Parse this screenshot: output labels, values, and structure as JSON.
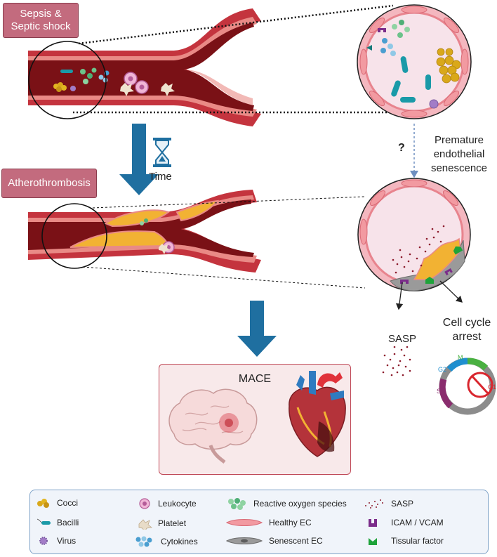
{
  "labels": {
    "sepsis_line1": "Sepsis &",
    "sepsis_line2": "Septic shock",
    "atherothrombosis": "Atherothrombosis",
    "time": "Time",
    "question": "?",
    "premature_line1": "Premature",
    "premature_line2": "endothelial",
    "premature_line3": "senescence",
    "sasp": "SASP",
    "cell_cycle_line1": "Cell cycle",
    "cell_cycle_line2": "arrest",
    "mace": "MACE",
    "phase_m": "M",
    "phase_g2": "G2",
    "phase_s": "S",
    "phase_g1": "G1"
  },
  "legend": [
    {
      "label": "Cocci",
      "icon": "cocci-icon"
    },
    {
      "label": "Bacilli",
      "icon": "bacilli-icon"
    },
    {
      "label": "Virus",
      "icon": "virus-icon"
    },
    {
      "label": "Leukocyte",
      "icon": "leukocyte-icon"
    },
    {
      "label": "Platelet",
      "icon": "platelet-icon"
    },
    {
      "label": "Cytokines",
      "icon": "cytokines-icon"
    },
    {
      "label": "Reactive oxygen species",
      "icon": "ros-icon"
    },
    {
      "label": "Healthy EC",
      "icon": "healthy-ec-icon"
    },
    {
      "label": "Senescent EC",
      "icon": "senescent-ec-icon"
    },
    {
      "label": "SASP",
      "icon": "sasp-icon"
    },
    {
      "label": "ICAM / VCAM",
      "icon": "icam-vcam-icon"
    },
    {
      "label": "Tissular factor",
      "icon": "tissular-factor-icon"
    }
  ],
  "colors": {
    "tag_fill": "#c36b7e",
    "arrow_blue": "#1f6fa0",
    "vessel_wall": "#c4343e",
    "lumen": "#7a1116",
    "plaque": "#f2b233",
    "mace_border": "#c04a58",
    "legend_border": "#7fa3c8"
  }
}
